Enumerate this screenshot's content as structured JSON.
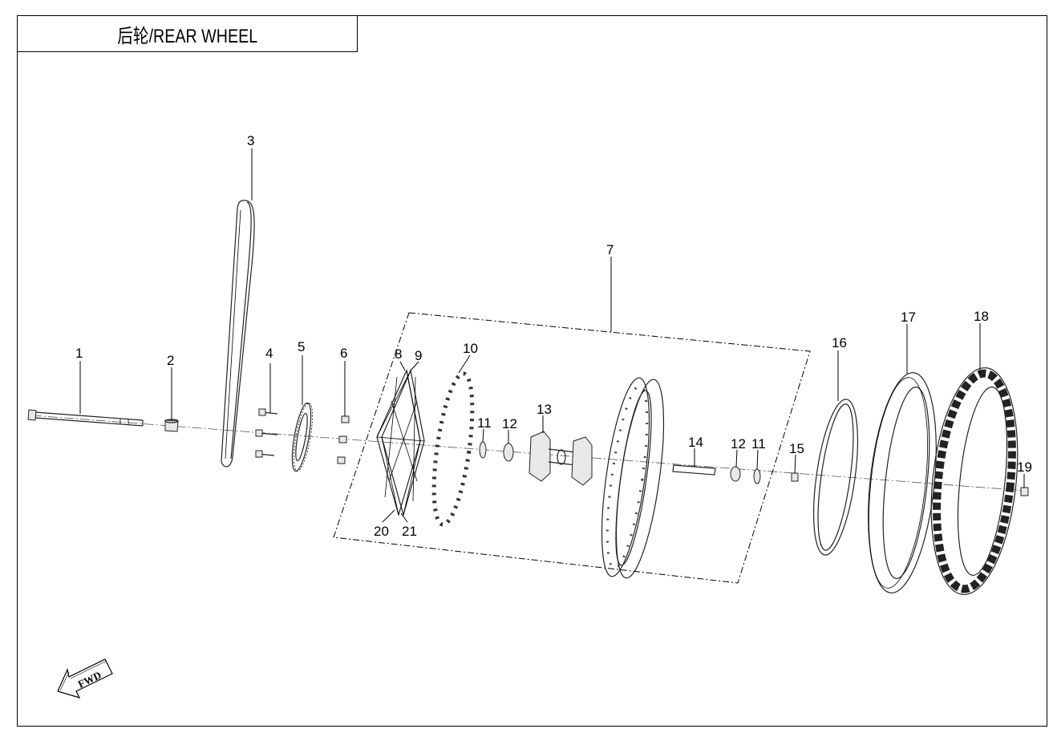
{
  "title": "后轮/REAR WHEEL",
  "fwd_label": "FWD",
  "callouts": [
    {
      "id": "c1",
      "label": "1"
    },
    {
      "id": "c2",
      "label": "2"
    },
    {
      "id": "c3",
      "label": "3"
    },
    {
      "id": "c4",
      "label": "4"
    },
    {
      "id": "c5",
      "label": "5"
    },
    {
      "id": "c6",
      "label": "6"
    },
    {
      "id": "c7",
      "label": "7"
    },
    {
      "id": "c8",
      "label": "8"
    },
    {
      "id": "c9",
      "label": "9"
    },
    {
      "id": "c10",
      "label": "10"
    },
    {
      "id": "c11a",
      "label": "11"
    },
    {
      "id": "c12a",
      "label": "12"
    },
    {
      "id": "c13",
      "label": "13"
    },
    {
      "id": "c14",
      "label": "14"
    },
    {
      "id": "c12b",
      "label": "12"
    },
    {
      "id": "c11b",
      "label": "11"
    },
    {
      "id": "c15",
      "label": "15"
    },
    {
      "id": "c16",
      "label": "16"
    },
    {
      "id": "c17",
      "label": "17"
    },
    {
      "id": "c18",
      "label": "18"
    },
    {
      "id": "c19",
      "label": "19"
    },
    {
      "id": "c20",
      "label": "20"
    },
    {
      "id": "c21",
      "label": "21"
    }
  ]
}
